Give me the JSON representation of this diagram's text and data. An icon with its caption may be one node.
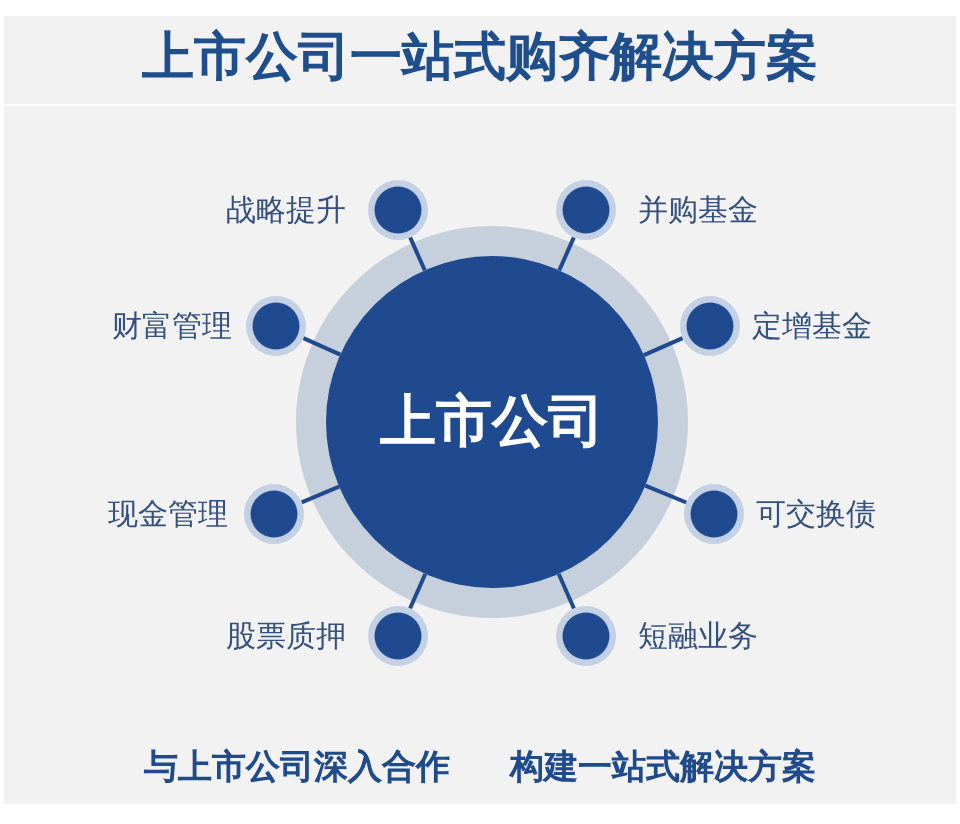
{
  "diagram": {
    "title": "上市公司一站式购齐解决方案",
    "nodes": [
      {
        "text": [],
        "shape": "circle",
        "beside": [
          "战略提升"
        ]
      },
      {
        "text": [],
        "shape": "circle",
        "beside": [
          "并购基金"
        ]
      },
      {
        "text": [],
        "shape": "circle",
        "beside": [
          "财富管理"
        ]
      },
      {
        "text": [],
        "shape": "circle",
        "beside": [
          "定增基金"
        ]
      },
      {
        "text": [
          "上市公司"
        ]
      },
      {
        "text": [],
        "shape": "circle",
        "beside": [
          "现金管理"
        ]
      },
      {
        "text": [],
        "shape": "circle",
        "beside": [
          "可交换债"
        ]
      },
      {
        "text": [],
        "shape": "circle",
        "beside": [
          "股票质押"
        ]
      },
      {
        "text": [],
        "shape": "circle",
        "beside": [
          "短融业务"
        ]
      }
    ],
    "edges": [
      {
        "from": 4,
        "to": 0,
        "arrow": "none"
      },
      {
        "from": 4,
        "to": 1,
        "arrow": "none"
      },
      {
        "from": 4,
        "to": 2,
        "arrow": "none"
      },
      {
        "from": 4,
        "to": 3,
        "arrow": "none"
      },
      {
        "from": 4,
        "to": 5,
        "arrow": "none"
      },
      {
        "from": 4,
        "to": 6,
        "arrow": "none"
      },
      {
        "from": 4,
        "to": 7,
        "arrow": "none"
      },
      {
        "from": 4,
        "to": 8,
        "arrow": "none"
      }
    ],
    "labels": [
      "与上市公司深入合作",
      "构建一站式解决方案"
    ]
  }
}
